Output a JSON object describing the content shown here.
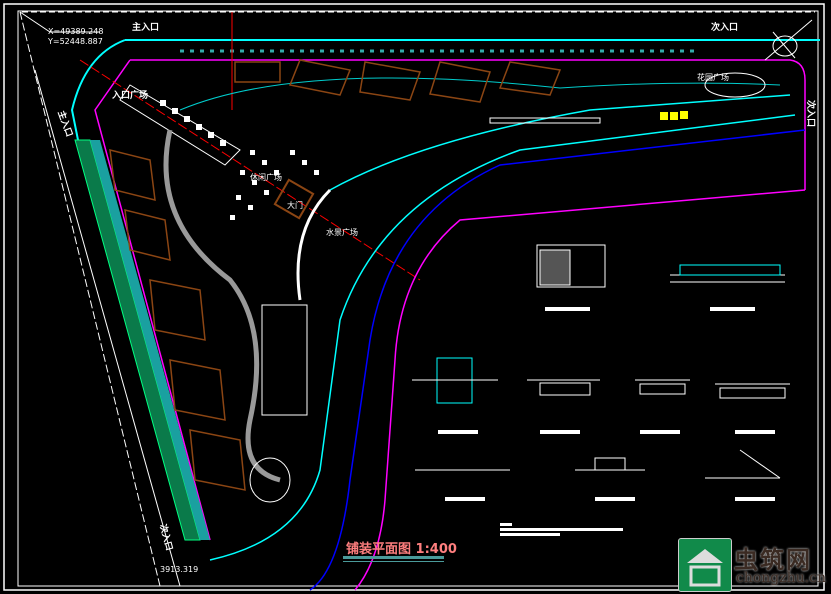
{
  "drawing": {
    "title": "铺装平面图 1:400",
    "coord_x": "X=49389.248",
    "coord_y": "Y=52448.887",
    "elevation_label": "3913.319",
    "labels": {
      "main_entrance": "主入口",
      "secondary_entrance_top": "次入口",
      "secondary_entrance_right": "次入口",
      "secondary_entrance_left": "次入口",
      "main_entrance_left": "主入口",
      "entrance_plaza": "入口广场",
      "leisure_plaza": "休闲广场",
      "gate": "大门",
      "water_plaza": "水景广场",
      "flower_garden": "花园广场"
    }
  },
  "watermark": {
    "cn": "虫筑网",
    "en": "chongzhu.cn"
  },
  "colors": {
    "cyan": "#00ffff",
    "magenta": "#ff00ff",
    "blue": "#0000ff",
    "red": "#ff0000",
    "green": "#00a050",
    "brown": "#8b4513",
    "yellow": "#ffff00"
  }
}
